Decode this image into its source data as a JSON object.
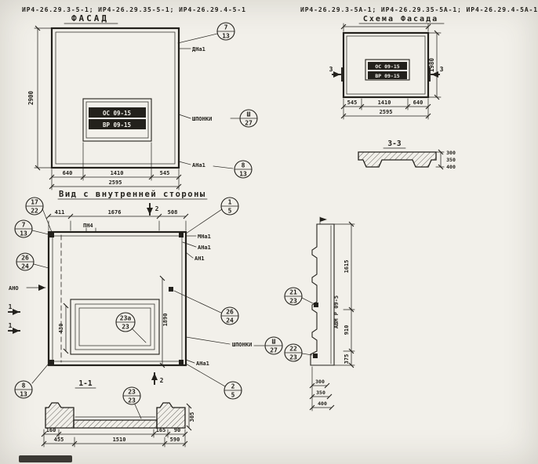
{
  "header": {
    "marks_left": "ИР4-26.29.3-5-1; ИР4-26.29.35-5-1; ИР4-26.29.4-5-1",
    "marks_right": "ИР4-26.29.3-5А-1; ИР4-26.29.35-5А-1; ИР4-26.29.4-5А-1"
  },
  "facade": {
    "title": "ФАСАД",
    "dim_height": "2900",
    "dims_bottom": {
      "d1": "640",
      "d2": "1410",
      "d3": "545"
    },
    "dim_total": "2595",
    "stamp": {
      "line1": "ОС 09-15",
      "line2": "ВР 09-15"
    },
    "labels": {
      "top_right": "ДНа1",
      "keys": "ШПОНКИ",
      "bottom_right": "АНа1"
    },
    "balloons": {
      "top": {
        "num": "7",
        "den": "13"
      },
      "keys": {
        "num": "Ш",
        "den": "27"
      },
      "bottom": {
        "num": "8",
        "den": "13"
      }
    }
  },
  "scheme": {
    "title": "Схема Фасада",
    "dim_height": "1980",
    "dims_bottom": {
      "d1": "545",
      "d2": "1410",
      "d3": "640"
    },
    "dim_total": "2595",
    "stamp": {
      "line1": "ОС 09-15",
      "line2": "ВР 09-15"
    },
    "section_mark": "3"
  },
  "section33": {
    "title": "3-3",
    "thickness": {
      "t1": "300",
      "t2": "350",
      "t3": "400"
    }
  },
  "inner": {
    "title": "Вид с внутренней стороны",
    "dims_top": {
      "d1": "411",
      "d2": "1676",
      "d3": "508"
    },
    "dim_window": "430",
    "dim_right": "1890",
    "labels": {
      "pn": "ПН4",
      "r1": "МНа1",
      "r2": "АНа1",
      "r3": "АН1",
      "left": "АНО",
      "keys": "ШПОНКИ",
      "bottom_right": "АНа1"
    },
    "section_marks": {
      "s1": "1",
      "s2": "2"
    },
    "balloons": {
      "b17": {
        "num": "17",
        "den": "22"
      },
      "b7": {
        "num": "7",
        "den": "13"
      },
      "b1": {
        "num": "1",
        "den": "5"
      },
      "b26l": {
        "num": "26",
        "den": "24"
      },
      "b26r": {
        "num": "26",
        "den": "24"
      },
      "b23a": {
        "num": "23а",
        "den": "23"
      },
      "keys": {
        "num": "Ш",
        "den": "27"
      },
      "b8": {
        "num": "8",
        "den": "13"
      },
      "b2": {
        "num": "2",
        "den": "5"
      }
    }
  },
  "section11": {
    "title": "1-1",
    "balloon": {
      "num": "23",
      "den": "23"
    },
    "dims_row1": {
      "d1": "160",
      "d2": "165",
      "d3": "90"
    },
    "dims_row2": {
      "d1": "455",
      "d2": "1510",
      "d3": "590"
    },
    "dim_height": "305"
  },
  "side": {
    "dims": {
      "d1": "1615",
      "d2": "910",
      "d3": "375"
    },
    "label": "АВМ Р 09-5",
    "balloons": {
      "top": {
        "num": "21",
        "den": "23"
      },
      "bottom": {
        "num": "22",
        "den": "23"
      }
    },
    "thickness": {
      "t1": "300",
      "t2": "350",
      "t3": "400"
    }
  }
}
